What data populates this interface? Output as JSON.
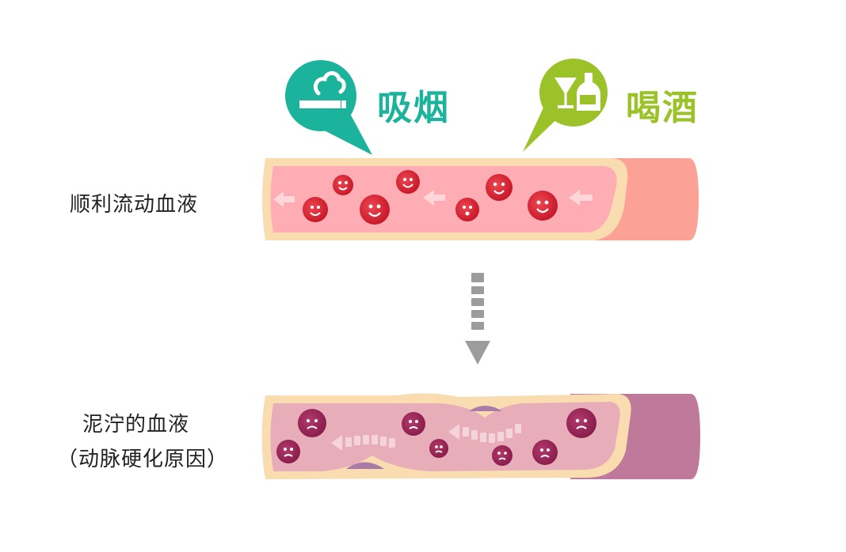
{
  "labels": {
    "smoking": "吸烟",
    "drinking": "喝酒",
    "smooth_flow": "顺利流动血液",
    "muddy_blood": "泥泞的血液",
    "cause": "（动脉硬化原因）"
  },
  "icons": {
    "smoking": "cigarette-smoke-icon",
    "drinking": "cocktail-bottle-icon"
  },
  "colors": {
    "smoking_teal": "#1bb39c",
    "drinking_green": "#9cc22a",
    "healthy_vessel": "#ffadb4",
    "healthy_outer": "#fca195",
    "vessel_wall": "#f9dcaf",
    "unhealthy_vessel": "#e7aeb9",
    "unhealthy_outer": "#bf7a9b",
    "blood_cell": "#d7252f",
    "sick_cell": "#9b2358",
    "arrow_gray": "#9c9c9c"
  }
}
